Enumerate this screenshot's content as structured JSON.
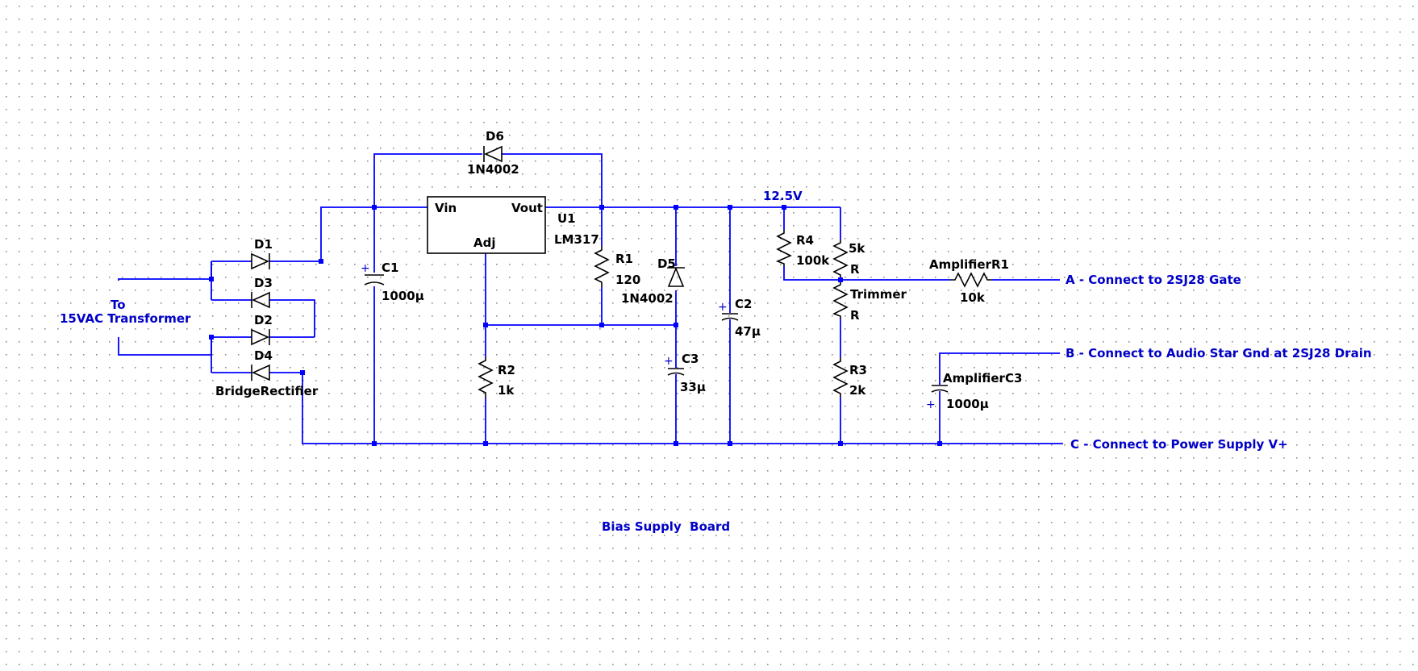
{
  "schematic": {
    "title": "Bias Supply  Board",
    "net_label_12v": "12.5V",
    "transformer_label_line1": "To",
    "transformer_label_line2": "15VAC Transformer",
    "bridge_label": "BridgeRectifier",
    "regulator": {
      "ref": "U1",
      "value": "LM317",
      "pin_in": "Vin",
      "pin_out": "Vout",
      "pin_adj": "Adj"
    },
    "components": {
      "D1": {
        "ref": "D1"
      },
      "D2": {
        "ref": "D2"
      },
      "D3": {
        "ref": "D3"
      },
      "D4": {
        "ref": "D4"
      },
      "D5": {
        "ref": "D5",
        "value": "1N4002"
      },
      "D6": {
        "ref": "D6",
        "value": "1N4002"
      },
      "C1": {
        "ref": "C1",
        "value": "1000µ"
      },
      "C2": {
        "ref": "C2",
        "value": "47µ"
      },
      "C3": {
        "ref": "C3",
        "value": "33µ"
      },
      "R1": {
        "ref": "R1",
        "value": "120"
      },
      "R2": {
        "ref": "R2",
        "value": "1k"
      },
      "R3": {
        "ref": "R3",
        "value": "2k"
      },
      "R4": {
        "ref": "R4",
        "value": "100k"
      },
      "trimmer": {
        "ref": "Trimmer",
        "value": "5k",
        "pin_top": "R",
        "pin_bottom": "R"
      },
      "amp_r1": {
        "ref": "AmplifierR1",
        "value": "10k"
      },
      "amp_c3": {
        "ref": "AmplifierC3",
        "value": "1000µ"
      }
    },
    "connections": {
      "a": "A - Connect to 2SJ28 Gate",
      "b": "B - Connect to Audio Star Gnd at 2SJ28 Drain",
      "c": "C - Connect to Power Supply V+"
    },
    "polarity_mark": "+",
    "colors": {
      "wire": "#0000ff",
      "label_blue": "#0000c8",
      "component": "#000000",
      "grid_dot": "#8c8c8c",
      "background": "#ffffff"
    }
  }
}
